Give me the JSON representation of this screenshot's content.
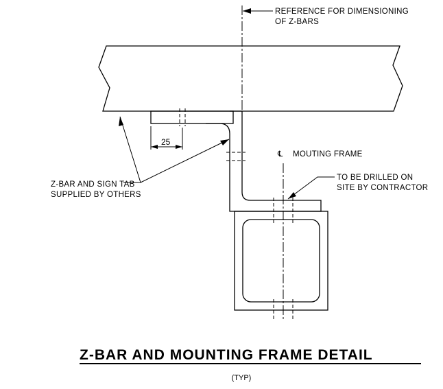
{
  "labels": {
    "reference_line1": "REFERENCE FOR DIMENSIONING",
    "reference_line2": "OF Z-BARS",
    "centerline_symbol": "℄",
    "mounting_frame": "MOUTING FRAME",
    "drilled_line1": "TO BE DRILLED ON",
    "drilled_line2": "SITE BY CONTRACTOR",
    "zbar_line1": "Z-BAR AND SIGN TAB",
    "zbar_line2": "SUPPLIED BY OTHERS",
    "dimension": "25"
  },
  "title": "Z-BAR AND MOUNTING FRAME DETAIL",
  "subtitle": "(TYP)"
}
